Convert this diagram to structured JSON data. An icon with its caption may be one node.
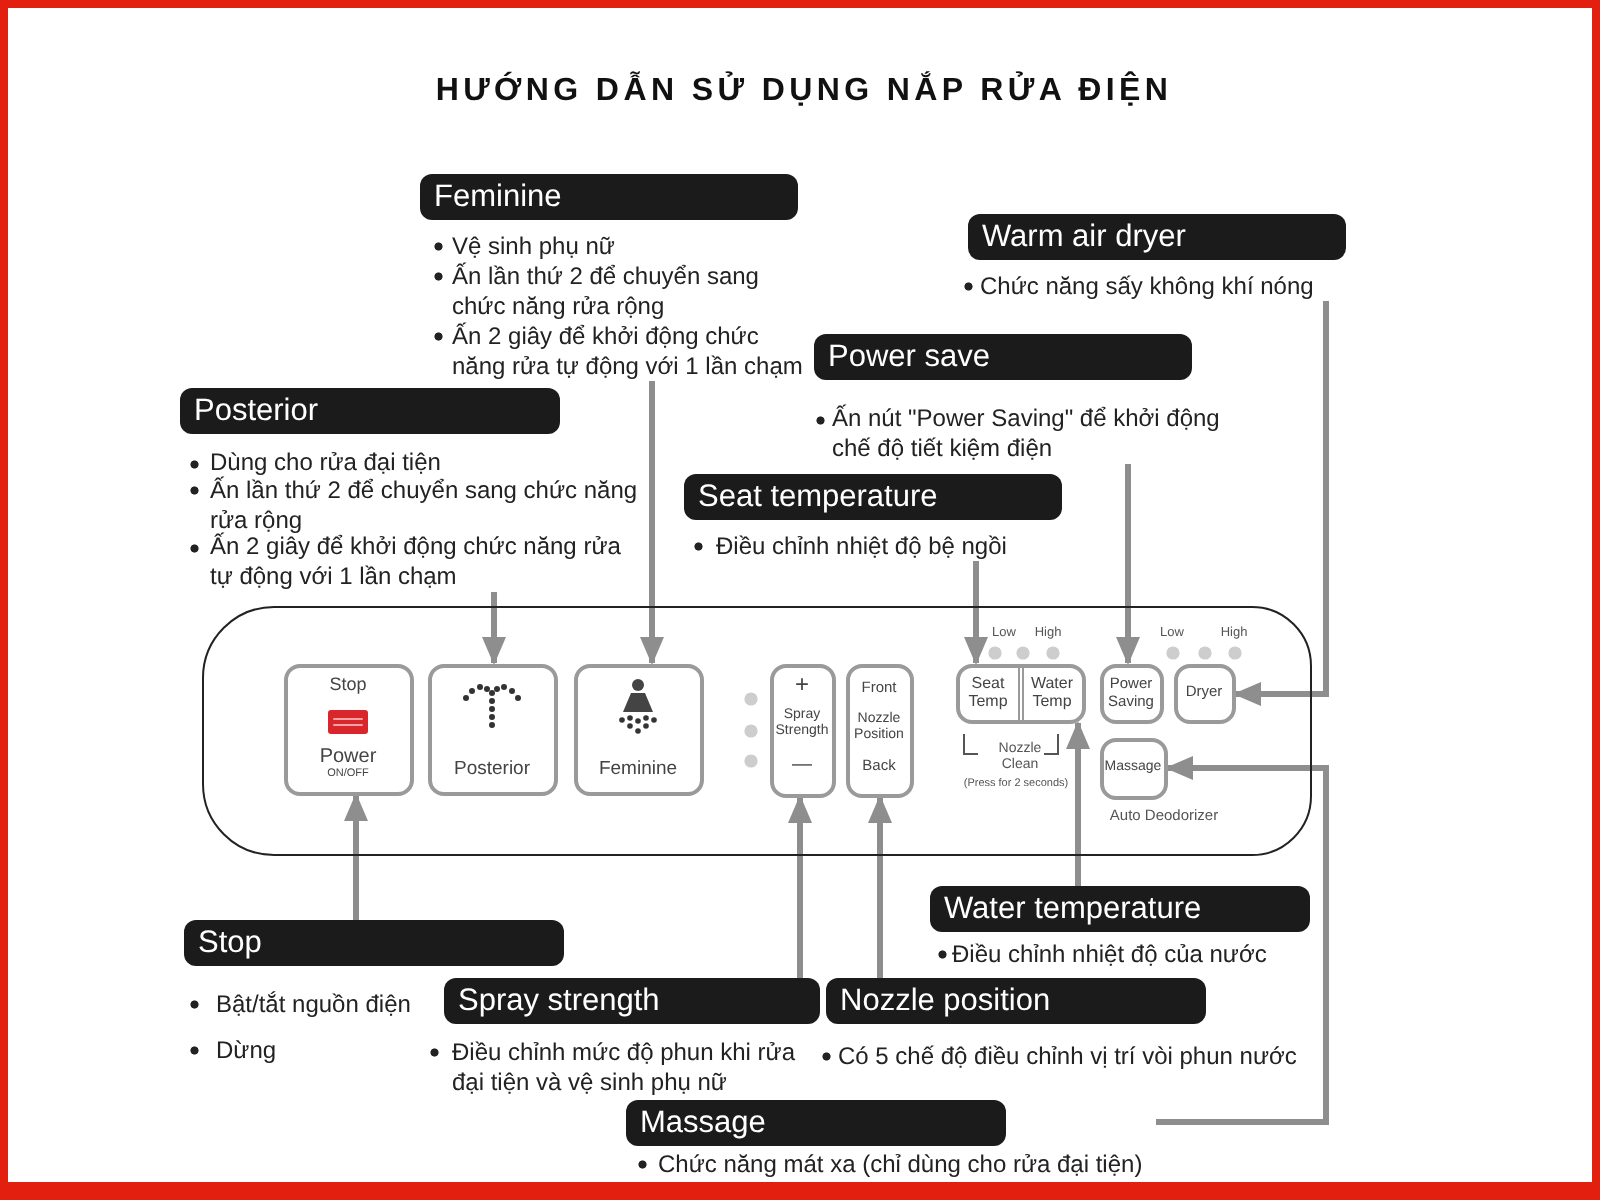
{
  "diagram": {
    "title": "HƯỚNG DẪN SỬ DỤNG NẮP RỬA ĐIỆN",
    "nodes": [
      {
        "text": [
          "Feminine",
          "Vệ sinh phụ nữ",
          "Ấn lần thứ 2 để chuyển sang chức năng rửa rộng",
          "Ấn 2 giây để khởi động chức năng rửa tự động với 1 lần chạm"
        ]
      },
      {
        "text": [
          "Warm air dryer",
          "Chức năng sấy không khí nóng"
        ]
      },
      {
        "text": [
          "Power save",
          "Ấn nút \"Power Saving\" để khởi động chế độ tiết kiệm điện"
        ]
      },
      {
        "text": [
          "Posterior",
          "Dùng cho rửa đại tiện",
          "Ấn lần thứ 2 để chuyển sang chức năng rửa rộng",
          "Ấn 2 giây để khởi động chức năng rửa tự động với 1 lần chạm"
        ]
      },
      {
        "text": [
          "Seat temperature",
          "Điều chỉnh nhiệt độ bệ ngồi"
        ]
      },
      {
        "text": [],
        "shape": "box"
      },
      {
        "text": [
          "Stop",
          "Power",
          "ON/OFF"
        ],
        "in": 5
      },
      {
        "text": [
          "Posterior"
        ],
        "in": 5
      },
      {
        "text": [
          "Feminine"
        ],
        "in": 5
      },
      {
        "text": [
          "+",
          "Spray Strength",
          "—"
        ],
        "in": 5
      },
      {
        "text": [
          "Front",
          "Nozzle Position",
          "Back"
        ],
        "in": 5
      },
      {
        "text": [
          "Seat Temp",
          "Water Temp"
        ],
        "in": 5
      },
      {
        "text": [
          "Power Saving"
        ],
        "in": 5
      },
      {
        "text": [
          "Dryer"
        ],
        "in": 5
      },
      {
        "text": [
          "Massage"
        ],
        "in": 5
      },
      {
        "text": [
          "Water temperature",
          "Điều chỉnh nhiệt độ của nước"
        ]
      },
      {
        "text": [
          "Stop",
          "Bật/tắt nguồn điện",
          "Dừng"
        ]
      },
      {
        "text": [
          "Spray strength",
          "Điều chỉnh mức độ phun khi rửa đại tiện và vệ sinh phụ nữ"
        ]
      },
      {
        "text": [
          "Nozzle position",
          "Có 5 chế độ điều chỉnh vị trí vòi phun nước"
        ]
      },
      {
        "text": [
          "Massage",
          "Chức năng mát xa (chỉ dùng cho rửa đại tiện)"
        ]
      }
    ],
    "edges": [
      {
        "from": 3,
        "to": 7,
        "arrow": "to"
      },
      {
        "from": 0,
        "to": 8,
        "arrow": "to"
      },
      {
        "from": 4,
        "to": 11,
        "arrow": "to"
      },
      {
        "from": 2,
        "to": 12,
        "arrow": "to"
      },
      {
        "from": 1,
        "to": 13,
        "arrow": "to"
      },
      {
        "from": 19,
        "to": 14,
        "arrow": "to"
      },
      {
        "from": 15,
        "to": 11,
        "arrow": "to"
      },
      {
        "from": 16,
        "to": 6,
        "arrow": "to"
      },
      {
        "from": 17,
        "to": 9,
        "arrow": "to"
      },
      {
        "from": 18,
        "to": 10,
        "arrow": "to"
      }
    ],
    "labels": [
      "Low",
      "High",
      "Low",
      "High",
      "Nozzle Clean",
      "(Press for 2 seconds)",
      "Auto Deodorizer"
    ]
  }
}
